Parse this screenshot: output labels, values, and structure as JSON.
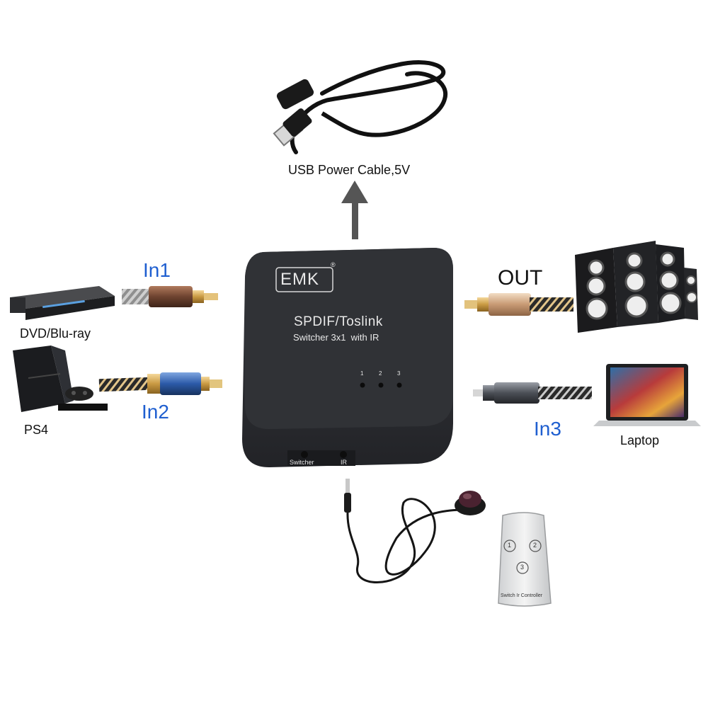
{
  "colors": {
    "label_blue": "#1f5fd0",
    "device_body": "#2b2d31",
    "background": "#ffffff"
  },
  "device": {
    "brand": "EMK",
    "registered_mark": "®",
    "title": "SPDIF/Toslink",
    "subtitle": "Switcher 3x1  with IR",
    "leds": [
      "1",
      "2",
      "3"
    ],
    "port_switcher": "Switcher",
    "port_ir": "IR"
  },
  "labels": {
    "power": "USB Power Cable,5V",
    "in1": "In1",
    "in2": "In2",
    "in3": "In3",
    "out": "OUT",
    "dvd": "DVD/Blu-ray",
    "ps4": "PS4",
    "laptop": "Laptop"
  },
  "remote": {
    "buttons": [
      "1",
      "2",
      "3"
    ],
    "caption": "Switch Ir Controller"
  },
  "icons": {
    "power_cable": "usb-cable-icon",
    "arrow": "arrow-up-icon",
    "dvd": "bluray-player-icon",
    "ps4": "game-console-icon",
    "speakers": "speakers-icon",
    "laptop": "laptop-icon",
    "ir_receiver": "ir-receiver-icon",
    "remote": "remote-control-icon"
  }
}
